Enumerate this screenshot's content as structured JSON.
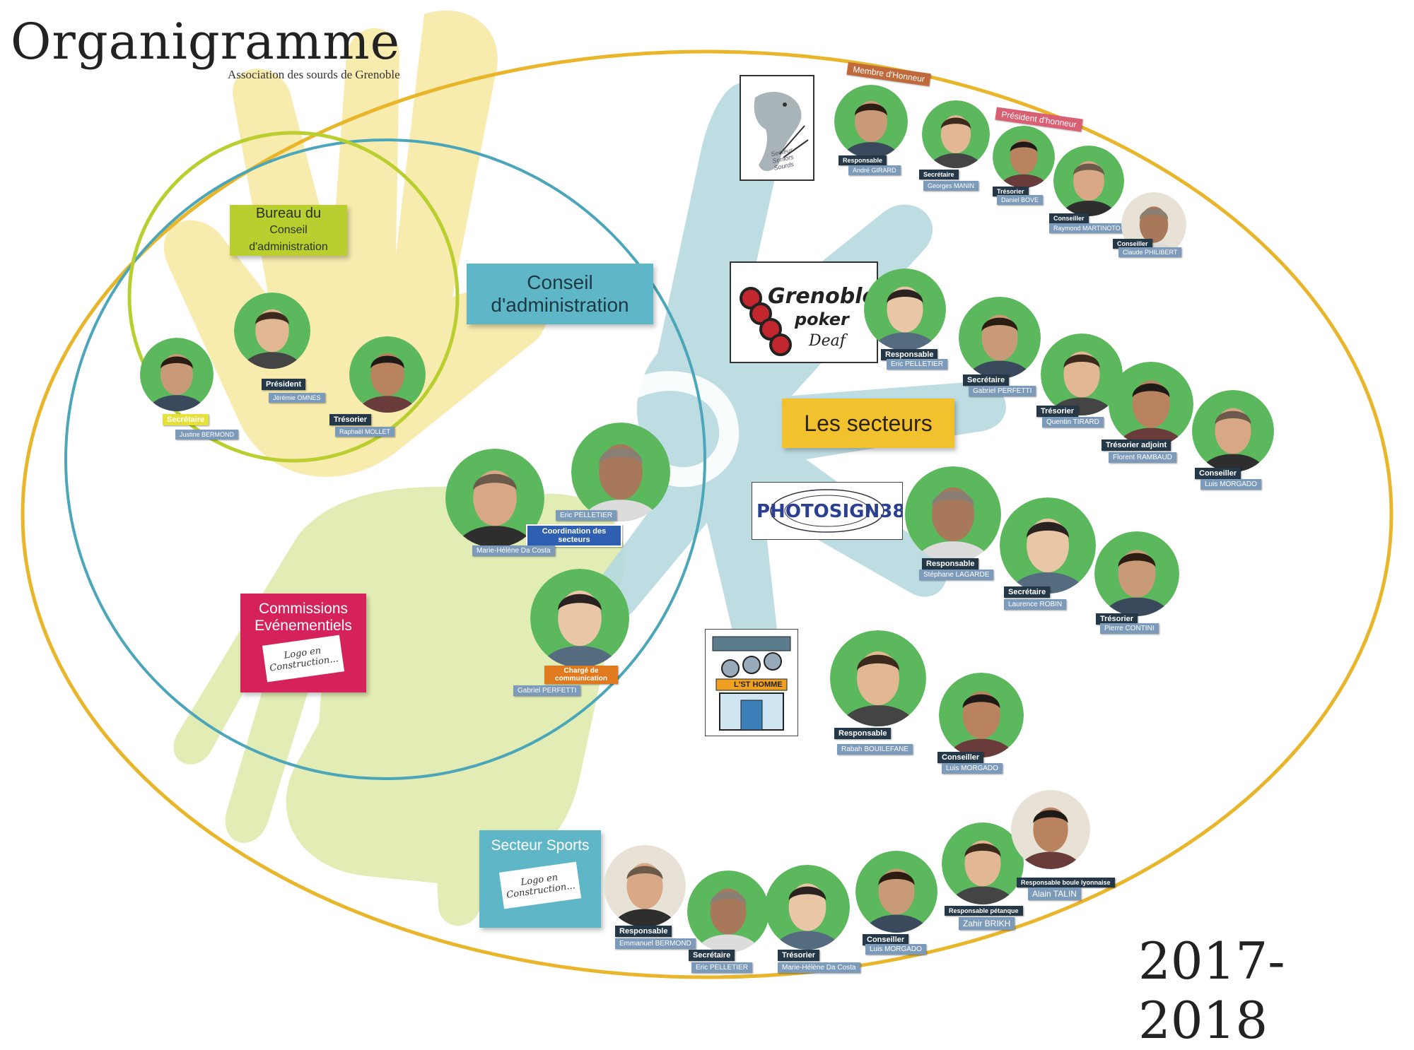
{
  "title": "Organigramme",
  "subtitle": "Association des sourds de Grenoble",
  "year": "2017-2018",
  "colors": {
    "gold": "#e9b52a",
    "teal": "#4aa6b8",
    "lime": "#b9cf2f",
    "green": "#5cb85c",
    "navy": "#253848",
    "steel": "#7c9ab9"
  },
  "labels": {
    "bureau_line1": "Bureau du",
    "bureau_line2": "Conseil d'administration",
    "ca": "Conseil d'administration",
    "secteurs": "Les secteurs",
    "commissions_line1": "Commissions",
    "commissions_line2": "Evénementiels",
    "sports": "Secteur Sports",
    "logo_wip_line1": "Logo en",
    "logo_wip_line2": "Construction..."
  },
  "logos": {
    "seniors": "Secteur Seniors Sourds",
    "poker_line1": "Grenoble",
    "poker_line2": "poker",
    "poker_line3": "Deaf",
    "photo": "PHOTOSIGN38",
    "cafe": "L'ST HOMME"
  },
  "honors": {
    "member": "Membre d'Honneur",
    "president": "Président d'honneur"
  },
  "people": {
    "bureau": [
      {
        "role": "Secrétaire",
        "name": "Justine BERMOND"
      },
      {
        "role": "Président",
        "name": "Jérémie OMNES"
      },
      {
        "role": "Trésorier",
        "name": "Raphaël MOLLET"
      }
    ],
    "ca": [
      {
        "role": "Coordination des secteurs",
        "name": "Marie-Hélène Da Costa"
      },
      {
        "role": "",
        "name": "Eric PELLETIER"
      },
      {
        "role": "Chargé de communication",
        "name": "Gabriel PERFETTI"
      }
    ],
    "seniors": [
      {
        "role": "Responsable",
        "name": "André GIRARD"
      },
      {
        "role": "Secrétaire",
        "name": "Georges MANIN"
      },
      {
        "role": "Trésorier",
        "name": "Daniel BOVE"
      },
      {
        "role": "Conseiller",
        "name": "Raymond MARTINOTO"
      },
      {
        "role": "Conseiller",
        "name": "Claude PHILIBERT"
      }
    ],
    "poker": [
      {
        "role": "Responsable",
        "name": "Eric PELLETIER"
      },
      {
        "role": "Secrétaire",
        "name": "Gabriel PERFETTI"
      },
      {
        "role": "Trésorier",
        "name": "Quentin TIRARD"
      },
      {
        "role": "Trésorier adjoint",
        "name": "Florent RAMBAUD"
      },
      {
        "role": "Conseiller",
        "name": "Luis MORGADO"
      }
    ],
    "photo": [
      {
        "role": "Responsable",
        "name": "Stéphane LAGARDE"
      },
      {
        "role": "Secrétaire",
        "name": "Laurence ROBIN"
      },
      {
        "role": "Trésorier",
        "name": "Pierre CONTINI"
      }
    ],
    "cafe": [
      {
        "role": "Responsable",
        "name": "Rabah BOUILEFANE"
      },
      {
        "role": "Conseiller",
        "name": "Luis MORGADO"
      }
    ],
    "sports": [
      {
        "role": "Responsable",
        "name": "Emmanuel BERMOND"
      },
      {
        "role": "Secrétaire",
        "name": "Eric PELLETIER"
      },
      {
        "role": "Trésorier",
        "name": "Marie-Hélène Da Costa"
      },
      {
        "role": "Conseiller",
        "name": "Luis MORGADO"
      },
      {
        "role": "Responsable pétanque",
        "name": "Zahir BRIKH"
      },
      {
        "role": "Responsable boule lyonnaise",
        "name": "Alain TALIN"
      }
    ]
  }
}
